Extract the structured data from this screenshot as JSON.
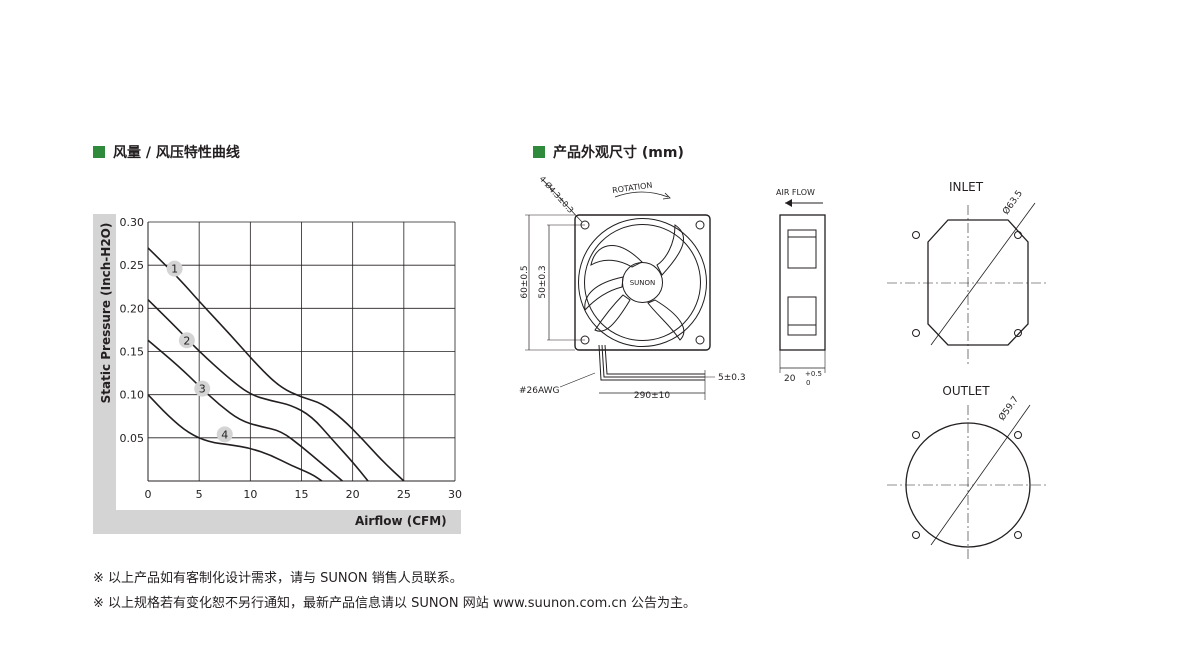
{
  "left_section": {
    "title": "风量 / 风压特性曲线"
  },
  "right_section": {
    "title": "产品外观尺寸 (mm)"
  },
  "chart_data": {
    "type": "line",
    "title": "风量 / 风压特性曲线",
    "xlabel": "Airflow (CFM)",
    "ylabel": "Static Pressure (Inch-H2O)",
    "xlim": [
      0,
      30
    ],
    "ylim": [
      0,
      0.3
    ],
    "x_ticks": [
      "0",
      "5",
      "10",
      "15",
      "20",
      "25",
      "30"
    ],
    "y_ticks": [
      "0.05",
      "0.10",
      "0.15",
      "0.20",
      "0.25",
      "0.30"
    ],
    "grid": true,
    "series": [
      {
        "name": "1",
        "points": [
          [
            0,
            0.27
          ],
          [
            3,
            0.235
          ],
          [
            5,
            0.208
          ],
          [
            8,
            0.17
          ],
          [
            11,
            0.13
          ],
          [
            13,
            0.108
          ],
          [
            15,
            0.097
          ],
          [
            17,
            0.09
          ],
          [
            19,
            0.072
          ],
          [
            21,
            0.048
          ],
          [
            23,
            0.022
          ],
          [
            25,
            0.0
          ]
        ]
      },
      {
        "name": "2",
        "points": [
          [
            0,
            0.21
          ],
          [
            3,
            0.175
          ],
          [
            5,
            0.15
          ],
          [
            8,
            0.118
          ],
          [
            10,
            0.1
          ],
          [
            12,
            0.093
          ],
          [
            14,
            0.088
          ],
          [
            16,
            0.075
          ],
          [
            18,
            0.048
          ],
          [
            20,
            0.022
          ],
          [
            21.5,
            0.0
          ]
        ]
      },
      {
        "name": "3",
        "points": [
          [
            0,
            0.163
          ],
          [
            3,
            0.133
          ],
          [
            5,
            0.11
          ],
          [
            7,
            0.088
          ],
          [
            9,
            0.07
          ],
          [
            11,
            0.063
          ],
          [
            13,
            0.058
          ],
          [
            15,
            0.04
          ],
          [
            17,
            0.02
          ],
          [
            19,
            0.0
          ]
        ]
      },
      {
        "name": "4",
        "points": [
          [
            0,
            0.1
          ],
          [
            2,
            0.075
          ],
          [
            4,
            0.055
          ],
          [
            6,
            0.045
          ],
          [
            8,
            0.042
          ],
          [
            10,
            0.038
          ],
          [
            12,
            0.03
          ],
          [
            14,
            0.018
          ],
          [
            16,
            0.008
          ],
          [
            17,
            0.0
          ]
        ]
      }
    ]
  },
  "drawing": {
    "rotation_label": "ROTATION",
    "hole_label": "4-Ø4.3±0.3",
    "brand_label": "SUNON",
    "dim_60": "60±0.5",
    "dim_50": "50±0.3",
    "wire_label": "#26AWG",
    "dim_290": "290±10",
    "dim_5": "5±0.3",
    "airflow_label": "AIR FLOW",
    "dim_20": "20",
    "dim_20_tol_top": "+0.5",
    "dim_20_tol_bottom": "0",
    "inlet_label": "INLET",
    "inlet_dim": "Ø63.5",
    "outlet_label": "OUTLET",
    "outlet_dim": "Ø59.7"
  },
  "notes": {
    "line1": "※ 以上产品如有客制化设计需求，请与 SUNON 销售人员联系。",
    "line2": "※ 以上规格若有变化恕不另行通知，最新产品信息请以 SUNON 网站 www.suunon.com.cn 公告为主。"
  }
}
